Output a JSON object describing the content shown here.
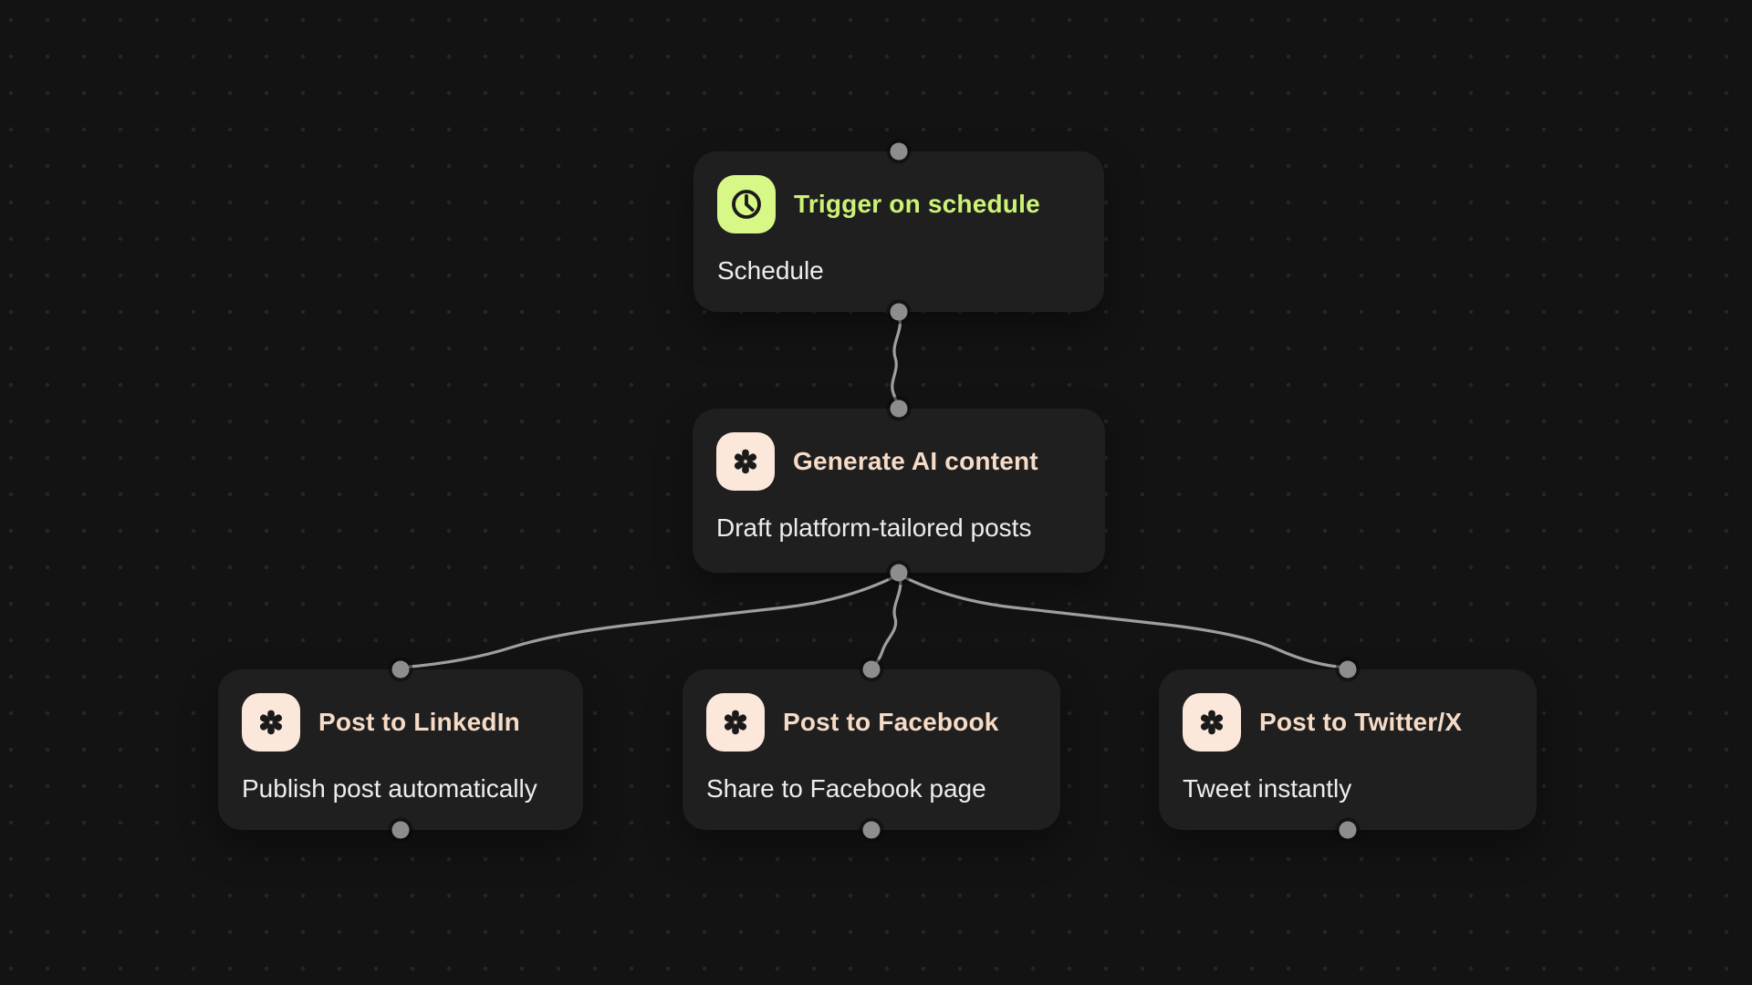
{
  "theme": {
    "canvas_bg": "#131313",
    "dot_color": "#262626",
    "node_bg": "#1f1f1f",
    "edge_color": "#9f9f9f",
    "handle_color": "#8d8d8d",
    "subtitle_color": "#ededed",
    "icon_glyph_color": "#1a1a1a",
    "lime_accent": "#ccf376",
    "lime_icon_bg": "#d7f787",
    "cream_accent": "#f6dbc7",
    "cream_icon_bg": "#fce8da"
  },
  "nodes": [
    {
      "id": "trigger-on-schedule",
      "title": "Trigger on schedule",
      "subtitle": "Schedule",
      "icon": "clock-icon",
      "accent": "#ccf376",
      "icon_bg": "#d7f787"
    },
    {
      "id": "generate-ai-content",
      "title": "Generate AI content",
      "subtitle": "Draft platform-tailored posts",
      "icon": "asterisk-icon",
      "accent": "#f6dbc7",
      "icon_bg": "#fce8da"
    },
    {
      "id": "post-to-linkedin",
      "title": "Post to LinkedIn",
      "subtitle": "Publish post automatically",
      "icon": "asterisk-icon",
      "accent": "#f6dbc7",
      "icon_bg": "#fce8da"
    },
    {
      "id": "post-to-facebook",
      "title": "Post to Facebook",
      "subtitle": "Share to Facebook page",
      "icon": "asterisk-icon",
      "accent": "#f6dbc7",
      "icon_bg": "#fce8da"
    },
    {
      "id": "post-to-twitter-x",
      "title": "Post to Twitter/X",
      "subtitle": "Tweet instantly",
      "icon": "asterisk-icon",
      "accent": "#f6dbc7",
      "icon_bg": "#fce8da"
    }
  ],
  "edges": [
    {
      "from": "trigger-on-schedule",
      "to": "generate-ai-content"
    },
    {
      "from": "generate-ai-content",
      "to": "post-to-linkedin"
    },
    {
      "from": "generate-ai-content",
      "to": "post-to-facebook"
    },
    {
      "from": "generate-ai-content",
      "to": "post-to-twitter-x"
    }
  ]
}
